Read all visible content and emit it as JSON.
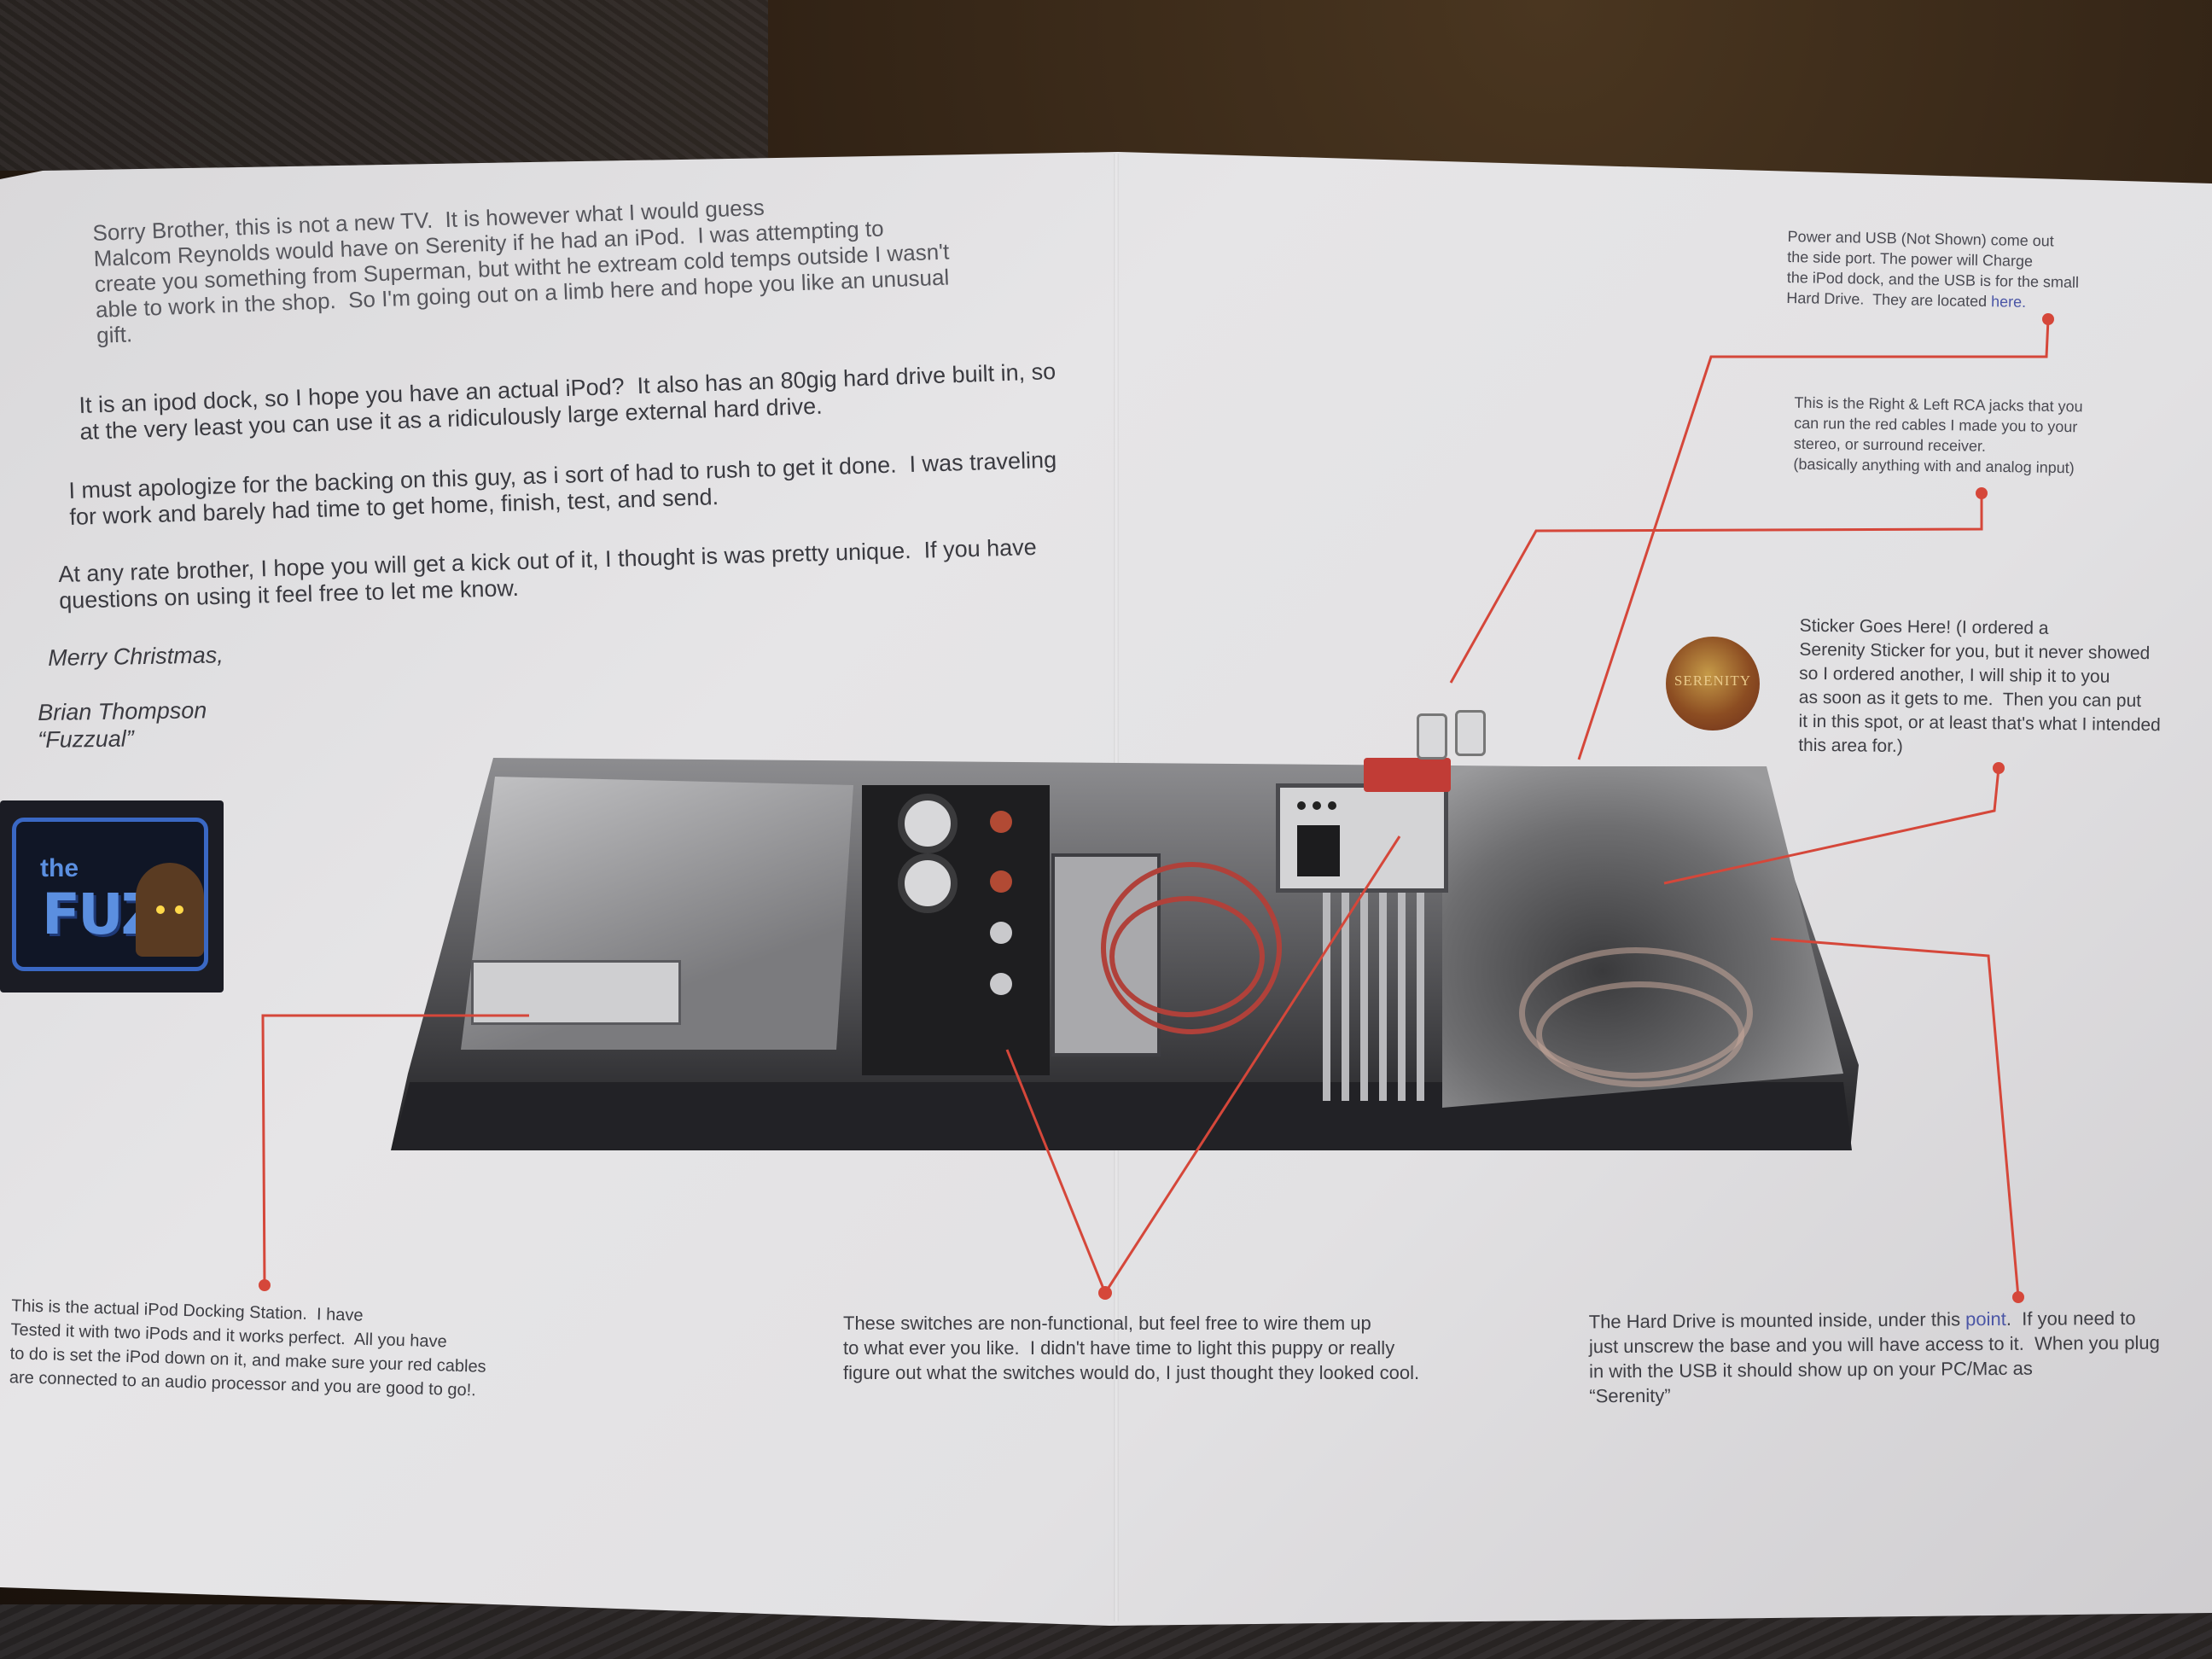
{
  "letter": {
    "lines_intro": "Sorry Brother, this is not a new TV.  It is however what I would guess\nMalcom Reynolds would have on Serenity if he had an iPod.  I was attempting to\ncreate you something from Superman, but witht he extream cold temps outside I wasn't\nable to work in the shop.  So I'm going out on a limb here and hope you like an unusual\ngift.",
    "para_dock": "It is an ipod dock, so I hope you have an actual iPod?  It also has an 80gig hard drive built in, so\nat the very least you can use it as a ridiculously large external hard drive.",
    "para_apology": "I must apologize for the backing on this guy, as i sort of had to rush to get it done.  I was traveling\nfor work and barely had time to get home, finish, test, and send.",
    "para_closing": "At any rate brother, I hope you will get a kick out of it, I thought is was pretty unique.  If you have\nquestions on using it feel free to let me know.",
    "greeting": "Merry Christmas,",
    "signature_name": "Brian Thompson",
    "signature_nick": "“Fuzzual”"
  },
  "logo": {
    "small_word": "the",
    "big_word": "FUZZ"
  },
  "stamp_text": "SERENITY",
  "callouts": {
    "power_usb": {
      "text": "Power and USB (Not Shown) come out\nthe side port. The power will Charge\nthe iPod dock, and the USB is for the small\nHard Drive.  They are located ",
      "link": "here."
    },
    "rca": "This is the Right & Left RCA jacks that you\ncan run the red cables I made you to your\nstereo, or surround receiver.\n(basically anything with and analog input)",
    "sticker": "Sticker Goes Here! (I ordered a\nSerenity Sticker for you, but it never showed\nso I ordered another, I will ship it to you\nas soon as it gets to me.  Then you can put\nit in this spot, or at least that's what I intended\nthis area for.)",
    "dock": "This is the actual iPod Docking Station.  I have\nTested it with two iPods and it works perfect.  All you have\nto do is set the iPod down on it, and make sure your red cables\nare connected to an audio processor and you are good to go!.",
    "switches": "These switches are non-functional, but feel free to wire them up\nto what ever you like.  I didn't have time to light this puppy or really\nfigure out what the switches would do, I just thought they looked cool.",
    "hard_drive_before": "The Hard Drive is mounted inside, under this ",
    "hard_drive_link": "point",
    "hard_drive_after": ".  If you need to\njust unscrew the base and you will have access to it.  When you plug\nin with the USB it should show up on your PC/Mac as\n“Serenity”"
  },
  "colors": {
    "leader_line": "#d5473a",
    "link_blue": "#4b56a6",
    "paper": "#e2e1e3",
    "logo_blue": "#5b8fe0"
  }
}
